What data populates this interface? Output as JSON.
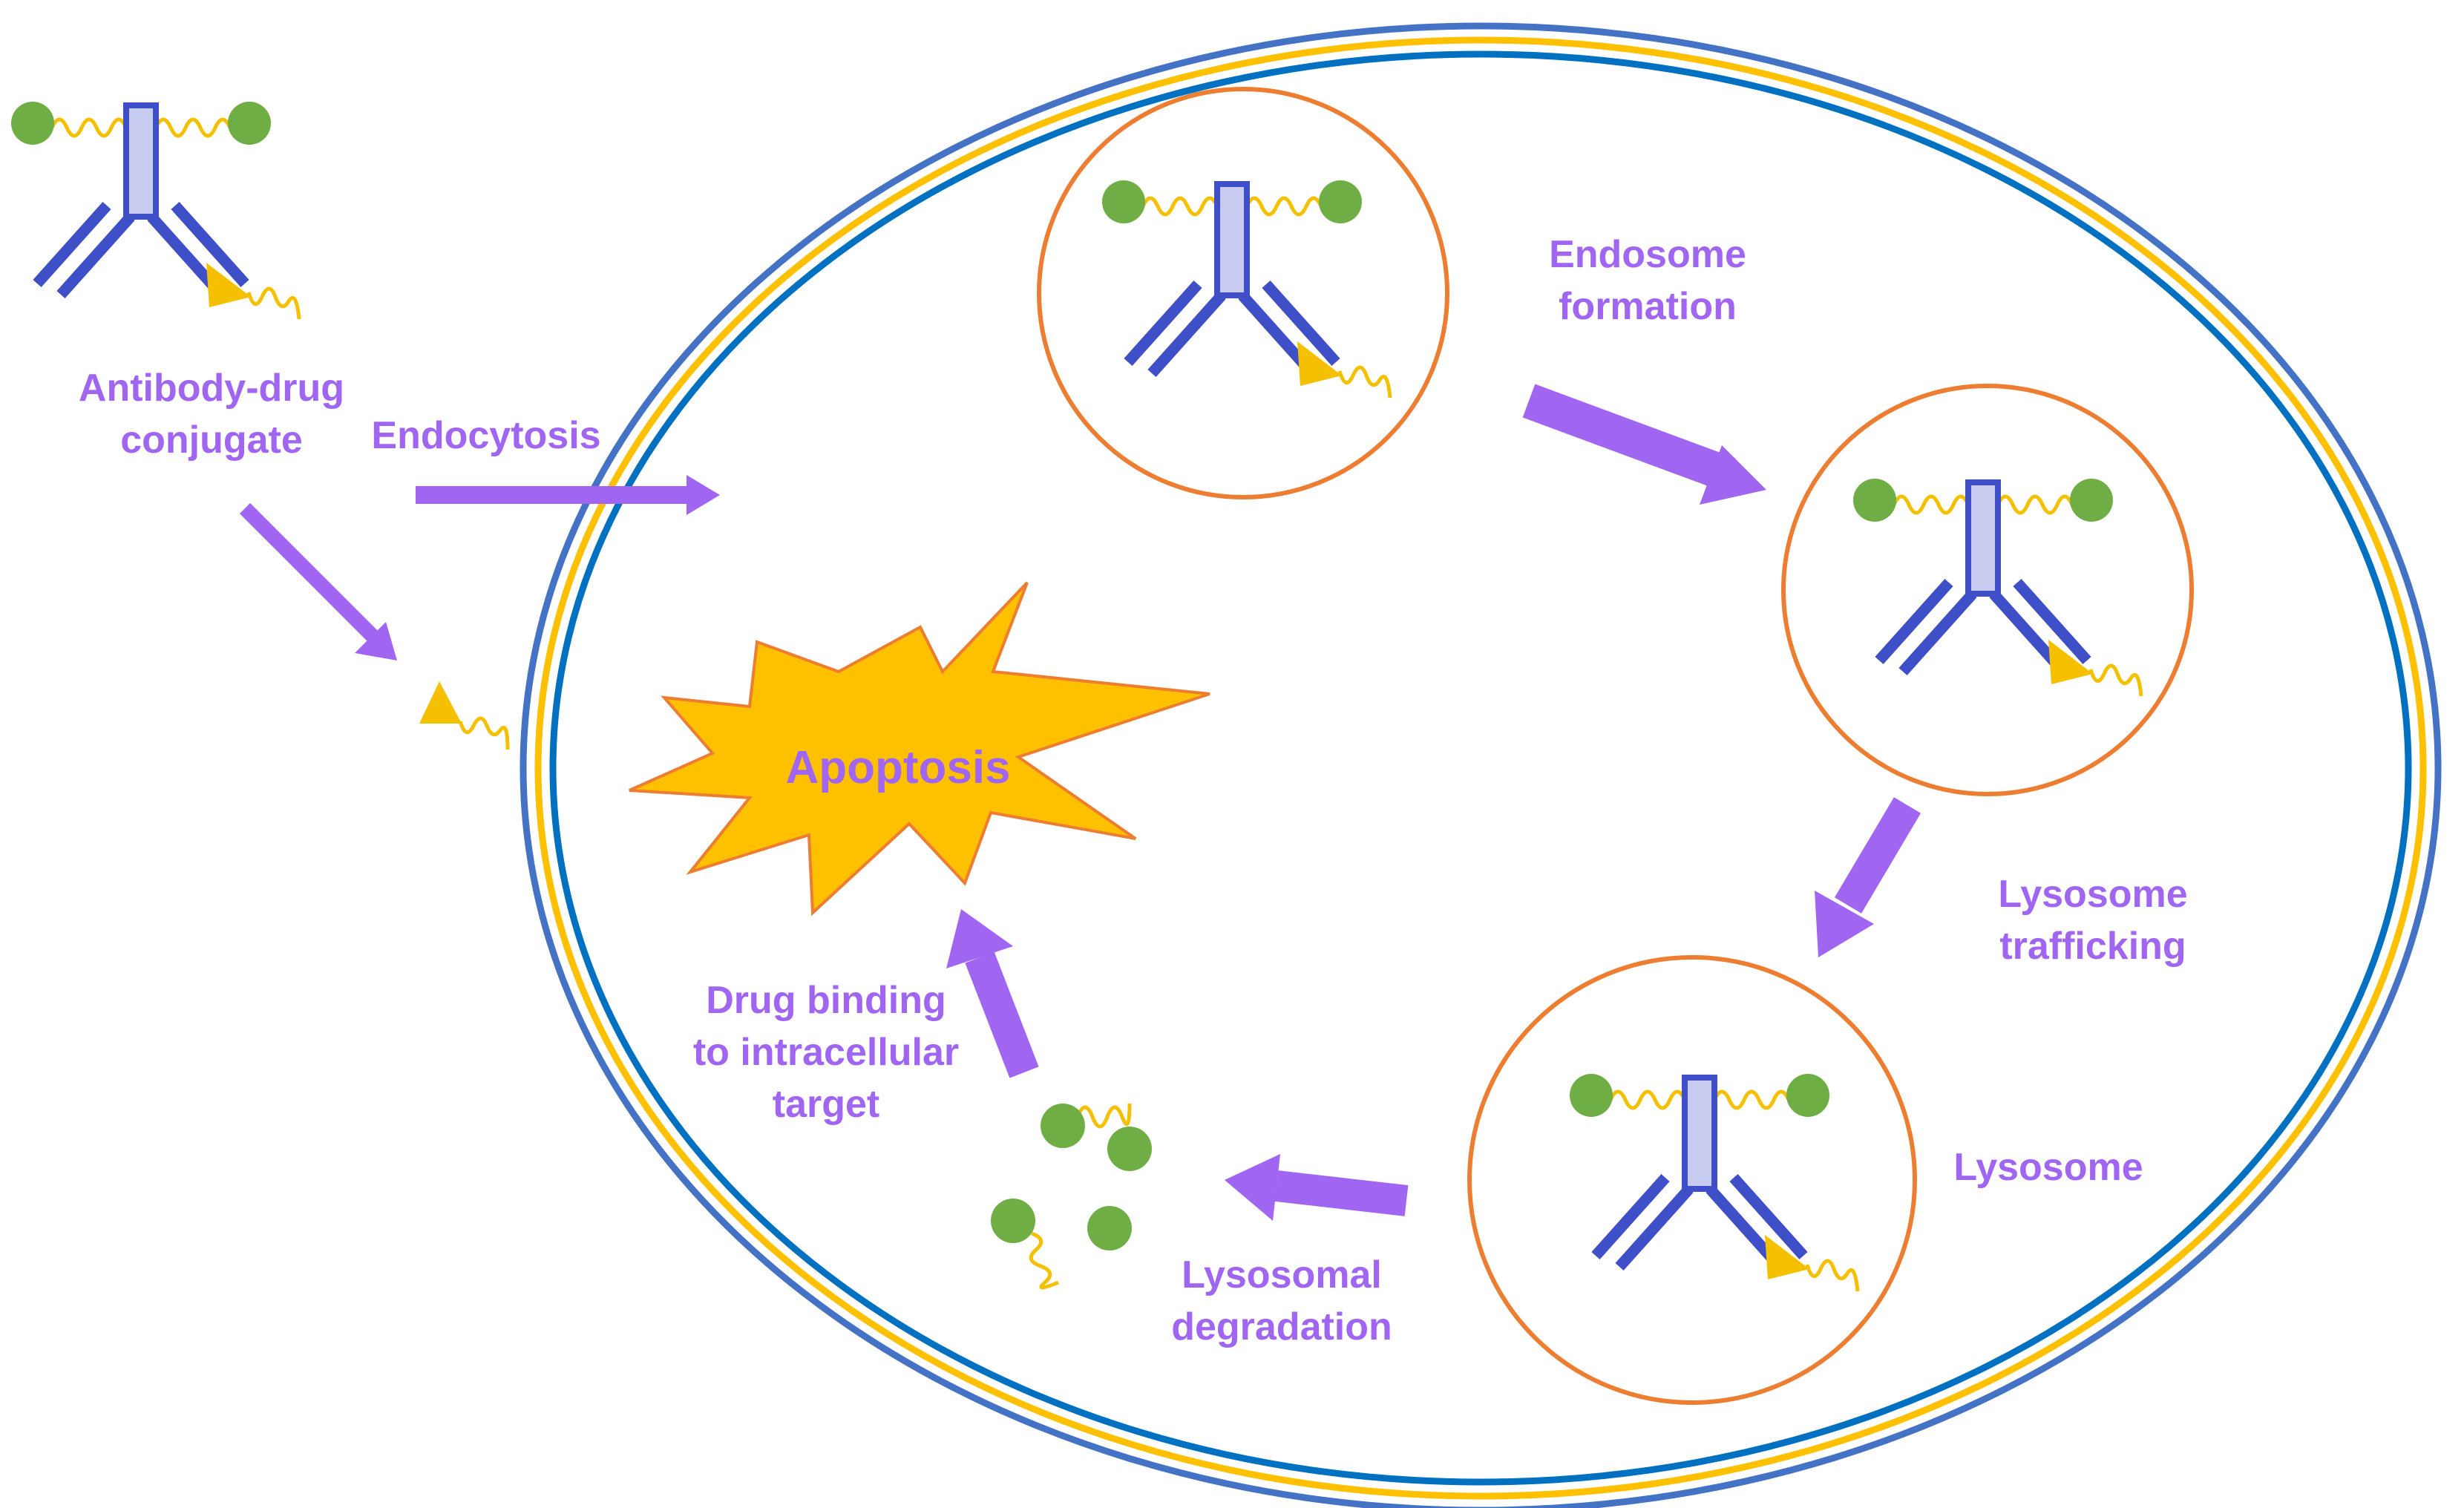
{
  "labels": {
    "adc_line1": "Antibody-drug",
    "adc_line2": "conjugate",
    "endocytosis": "Endocytosis",
    "endosome_line1": "Endosome",
    "endosome_line2": "formation",
    "trafficking_line1": "Lysosome",
    "trafficking_line2": "trafficking",
    "lysosome": "Lysosome",
    "degradation_line1": "Lysosomal",
    "degradation_line2": "degradation",
    "binding_line1": "Drug binding",
    "binding_line2": "to intracellular",
    "binding_line3": "target",
    "apoptosis": "Apoptosis"
  },
  "colors": {
    "label": "#a066f2",
    "arrow": "#a066f2",
    "antibody": "#3f4fc8",
    "antibody_stem": "#c8cbf0",
    "payload": "#6fae45",
    "linker": "#f5c000",
    "membrane_outer": "#4472c4",
    "membrane_mid": "#ffc000",
    "membrane_inner": "#0070c0",
    "vesicle": "#ed7d31",
    "apoptosis_fill": "#ffc000",
    "apoptosis_stroke": "#ed7d31"
  }
}
